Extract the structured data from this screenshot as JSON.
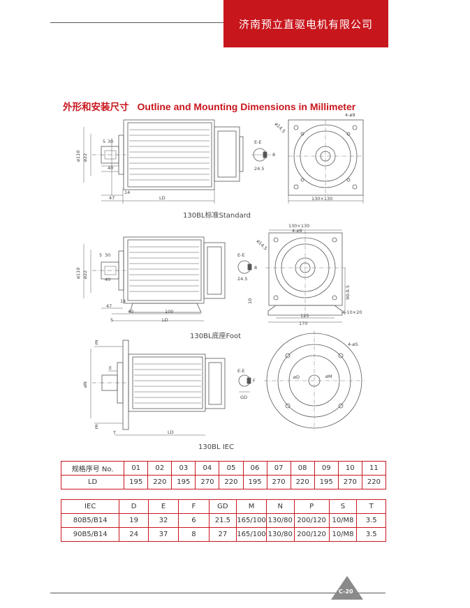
{
  "header": {
    "company": "济南预立直驱电机有限公司"
  },
  "heading": {
    "cn": "外形和安装尺寸",
    "en": "Outline and Mounting Dimensions in Millimeter"
  },
  "drawings": {
    "standard": {
      "caption": "130BL标准Standard",
      "dims": {
        "shaft_d": "ø22",
        "spigot": "ø110",
        "d30": "30",
        "d5": "5",
        "d40": "40",
        "d14": "14",
        "d47": "47",
        "ld": "LD",
        "section": "E-E",
        "kw": "8",
        "kh": "24.5",
        "bolt": "ø14.5",
        "holes": "4-ø9",
        "square": "130×130"
      }
    },
    "foot": {
      "caption": "130BL底座Foot",
      "dims": {
        "shaft_d": "ø22",
        "spigot": "ø110",
        "d5t": "5",
        "d30": "30",
        "d40": "40",
        "d14": "14",
        "d47": "47",
        "d40b": "40",
        "d100": "100",
        "d5": "5",
        "ld": "LD",
        "section": "E-E",
        "kw": "8",
        "kh": "24.5",
        "square": "130×130",
        "holes": "4-ø9",
        "bolt": "ø14.5",
        "h90": "90-0.5",
        "h10": "10",
        "w125": "125",
        "w170": "170",
        "slots": "4-10×20"
      }
    },
    "iec": {
      "caption": "130BL IEC",
      "dims": {
        "e1": "E",
        "e2": "E",
        "e3": "E",
        "n": "øN",
        "t": "T",
        "ld": "LD",
        "section": "E-E",
        "f": "F",
        "gd": "GD",
        "d": "øD",
        "m": "øM",
        "holes": "4-øS"
      }
    }
  },
  "table1": {
    "rows": [
      [
        "规格序号 No.",
        "01",
        "02",
        "03",
        "04",
        "05",
        "06",
        "07",
        "08",
        "09",
        "10",
        "11"
      ],
      [
        "LD",
        "195",
        "220",
        "195",
        "270",
        "220",
        "195",
        "270",
        "220",
        "195",
        "270",
        "220"
      ]
    ]
  },
  "table2": {
    "rows": [
      [
        "IEC",
        "D",
        "E",
        "F",
        "GD",
        "M",
        "N",
        "P",
        "S",
        "T"
      ],
      [
        "80B5/B14",
        "19",
        "32",
        "6",
        "21.5",
        "165/100",
        "130/80",
        "200/120",
        "10/M8",
        "3.5"
      ],
      [
        "90B5/B14",
        "24",
        "37",
        "8",
        "27",
        "165/100",
        "130/80",
        "200/120",
        "10/M8",
        "3.5"
      ]
    ]
  },
  "footer": {
    "page": "C-20"
  },
  "colors": {
    "accent": "#c8161d",
    "line": "#555555"
  }
}
